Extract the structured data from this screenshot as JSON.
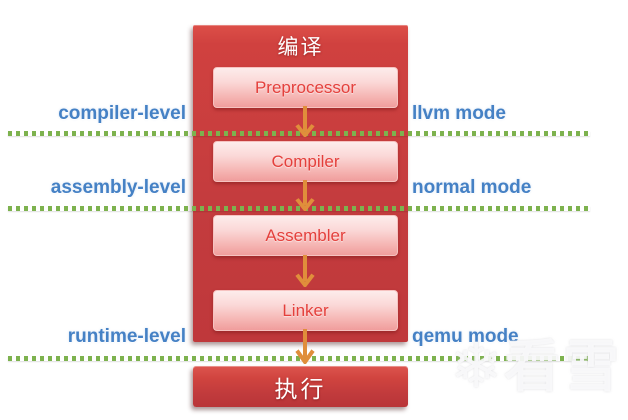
{
  "diagram": {
    "container_title": "编译",
    "stages": [
      "Preprocessor",
      "Compiler",
      "Assembler",
      "Linker"
    ],
    "execute_label": "执行",
    "levels": [
      {
        "left": "compiler-level",
        "right": "llvm mode"
      },
      {
        "left": "assembly-level",
        "right": "normal mode"
      },
      {
        "left": "runtime-level",
        "right": "qemu mode"
      }
    ],
    "watermark": {
      "icon": "snowflake",
      "text": "看雪"
    },
    "colors": {
      "container_red": "#c43c3e",
      "stage_box_pink": "#fbd9d8",
      "stage_text_red": "#e4403c",
      "arrow_orange": "#e08e3b",
      "label_blue": "#4581c5",
      "dotted_green": "#7db24e",
      "execute_red": "#c03a3c",
      "title_text": "#ffffff"
    }
  }
}
